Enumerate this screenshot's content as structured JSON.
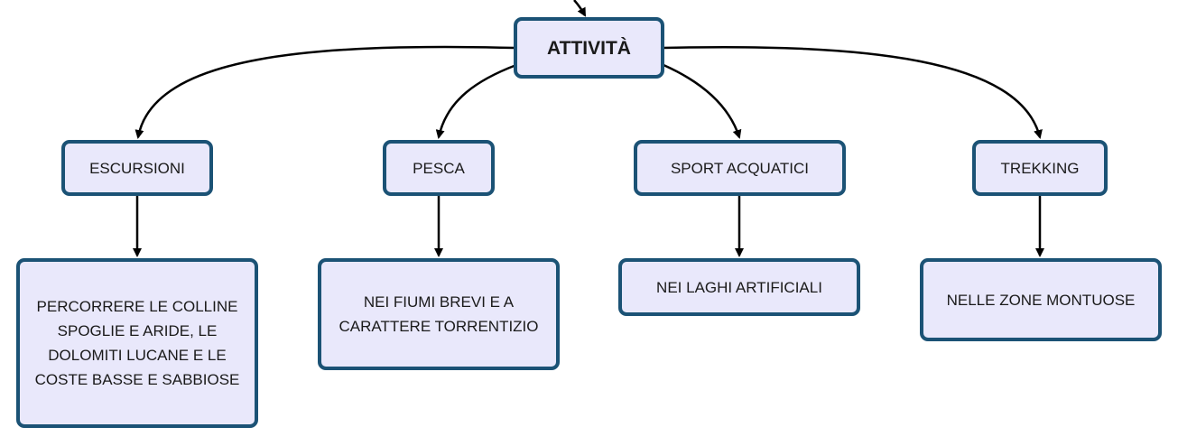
{
  "colors": {
    "node_fill": "#e9e8fb",
    "node_border": "#1b5275",
    "connector": "#000000"
  },
  "diagram": {
    "root": {
      "label": "ATTIVITÀ"
    },
    "categories": [
      {
        "label": "ESCURSIONI",
        "detail": "PERCORRERE LE COLLINE SPOGLIE E ARIDE, LE DOLOMITI LUCANE E LE COSTE BASSE E SABBIOSE"
      },
      {
        "label": "PESCA",
        "detail": "NEI FIUMI BREVI E A CARATTERE TORRENTIZIO"
      },
      {
        "label": "SPORT ACQUATICI",
        "detail": "NEI LAGHI ARTIFICIALI"
      },
      {
        "label": "TREKKING",
        "detail": "NELLE ZONE MONTUOSE"
      }
    ]
  }
}
